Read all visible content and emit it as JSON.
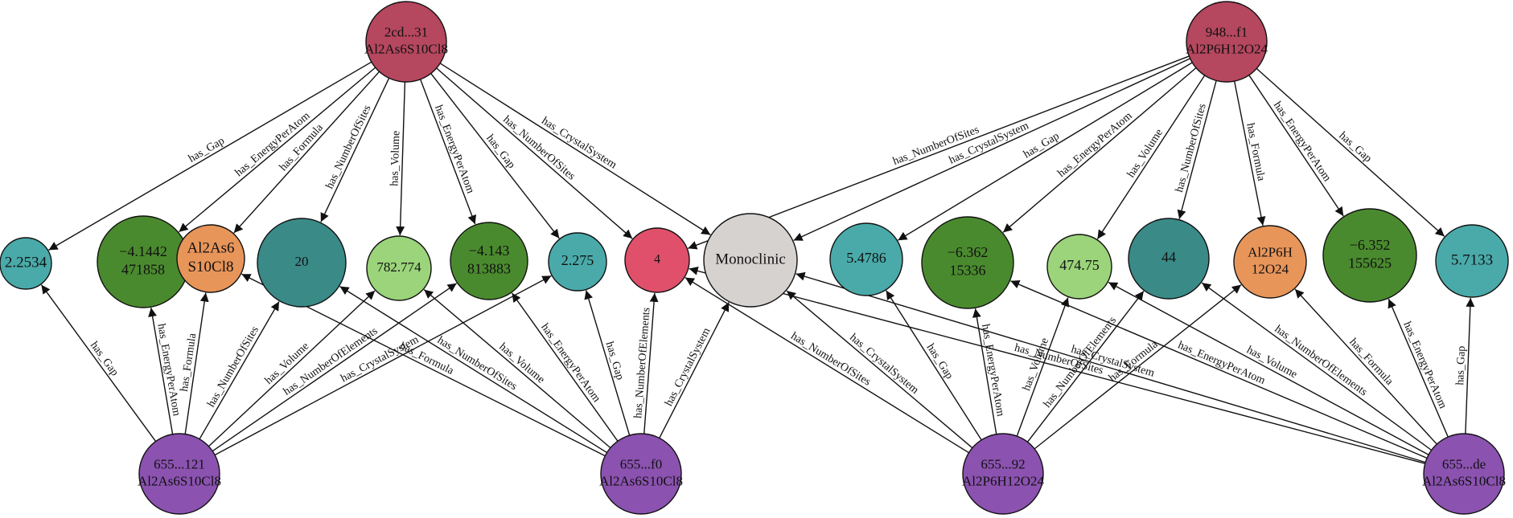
{
  "colors": {
    "entity_top": "#b5475e",
    "entity_bottom": "#8b52b0",
    "gap": "#4aaaaa",
    "energy": "#4a8a2e",
    "formula": "#e8955a",
    "sites": "#3a8a88",
    "volume": "#9bd47a",
    "elements": "#e0506a",
    "crystal": "#d6d2d0"
  },
  "nodes": [
    {
      "id": "t1",
      "kind": "entity_top",
      "lines": [
        "2cd...31",
        "Al2As6S10Cl8"
      ]
    },
    {
      "id": "t2",
      "kind": "entity_top",
      "lines": [
        "948...f1",
        "Al2P6H12O24"
      ]
    },
    {
      "id": "b1",
      "kind": "entity_bottom",
      "lines": [
        "655...121",
        "Al2As6S10Cl8"
      ]
    },
    {
      "id": "b2",
      "kind": "entity_bottom",
      "lines": [
        "655...f0",
        "Al2As6S10Cl8"
      ]
    },
    {
      "id": "b3",
      "kind": "entity_bottom",
      "lines": [
        "655...92",
        "Al2P6H12O24"
      ]
    },
    {
      "id": "b4",
      "kind": "entity_bottom",
      "lines": [
        "655...de",
        "Al2As6S10Cl8"
      ]
    },
    {
      "id": "v1",
      "kind": "gap",
      "lines": [
        "2.2534"
      ]
    },
    {
      "id": "v2",
      "kind": "energy",
      "lines": [
        "−4.1442",
        "471858"
      ]
    },
    {
      "id": "v3",
      "kind": "formula",
      "lines": [
        "Al2As6",
        "S10Cl8"
      ]
    },
    {
      "id": "v4",
      "kind": "sites",
      "lines": [
        "20"
      ]
    },
    {
      "id": "v5",
      "kind": "volume",
      "lines": [
        "782.774"
      ]
    },
    {
      "id": "v6",
      "kind": "energy",
      "lines": [
        "−4.143",
        "813883"
      ]
    },
    {
      "id": "v7",
      "kind": "gap",
      "lines": [
        "2.275"
      ]
    },
    {
      "id": "v8",
      "kind": "elements",
      "lines": [
        "4"
      ]
    },
    {
      "id": "v9",
      "kind": "crystal",
      "lines": [
        "Monoclinic"
      ]
    },
    {
      "id": "v10",
      "kind": "gap",
      "lines": [
        "5.4786"
      ]
    },
    {
      "id": "v11",
      "kind": "energy",
      "lines": [
        "−6.362",
        "15336"
      ]
    },
    {
      "id": "v12",
      "kind": "volume",
      "lines": [
        "474.75"
      ]
    },
    {
      "id": "v13",
      "kind": "sites",
      "lines": [
        "44"
      ]
    },
    {
      "id": "v14",
      "kind": "formula",
      "lines": [
        "Al2P6H",
        "12O24"
      ]
    },
    {
      "id": "v15",
      "kind": "energy",
      "lines": [
        "−6.352",
        "155625"
      ]
    },
    {
      "id": "v16",
      "kind": "gap",
      "lines": [
        "5.7133"
      ]
    }
  ],
  "edges": [
    {
      "from": "t1",
      "to": "v1",
      "label": "has_Gap"
    },
    {
      "from": "t1",
      "to": "v2",
      "label": "has_EnergyPerAtom"
    },
    {
      "from": "t1",
      "to": "v3",
      "label": "has_Formula"
    },
    {
      "from": "t1",
      "to": "v4",
      "label": "has_NumberOfSites"
    },
    {
      "from": "t1",
      "to": "v5",
      "label": "has_Volume"
    },
    {
      "from": "t1",
      "to": "v6",
      "label": "has_EnergyPerAtom"
    },
    {
      "from": "t1",
      "to": "v7",
      "label": "has_Gap"
    },
    {
      "from": "t1",
      "to": "v8",
      "label": "has_NumberOfSites"
    },
    {
      "from": "t1",
      "to": "v9",
      "label": "has_CrystalSystem"
    },
    {
      "from": "t2",
      "to": "v8",
      "label": "has_NumberOfSites"
    },
    {
      "from": "t2",
      "to": "v9",
      "label": "has_CrystalSystem"
    },
    {
      "from": "t2",
      "to": "v10",
      "label": "has_Gap"
    },
    {
      "from": "t2",
      "to": "v11",
      "label": "has_EnergyPerAtom"
    },
    {
      "from": "t2",
      "to": "v12",
      "label": "has_Volume"
    },
    {
      "from": "t2",
      "to": "v13",
      "label": "has_NumberOfSites"
    },
    {
      "from": "t2",
      "to": "v14",
      "label": "has_Formula"
    },
    {
      "from": "t2",
      "to": "v15",
      "label": "has_EnergyPerAtom"
    },
    {
      "from": "t2",
      "to": "v16",
      "label": "has_Gap"
    },
    {
      "from": "b1",
      "to": "v1",
      "label": "has_Gap"
    },
    {
      "from": "b1",
      "to": "v2",
      "label": "has_EnergyPerAtom"
    },
    {
      "from": "b1",
      "to": "v3",
      "label": "has_Formula"
    },
    {
      "from": "b1",
      "to": "v4",
      "label": "has_NumberOfSites"
    },
    {
      "from": "b1",
      "to": "v5",
      "label": "has_Volume"
    },
    {
      "from": "b1",
      "to": "v6",
      "label": "has_NumberOfElements"
    },
    {
      "from": "b1",
      "to": "v7",
      "label": "has_CrystalSystem"
    },
    {
      "from": "b2",
      "to": "v3",
      "label": "has_Formula"
    },
    {
      "from": "b2",
      "to": "v4",
      "label": "has_NumberOfSites"
    },
    {
      "from": "b2",
      "to": "v5",
      "label": "has_Volume"
    },
    {
      "from": "b2",
      "to": "v6",
      "label": "has_EnergyPerAtom"
    },
    {
      "from": "b2",
      "to": "v7",
      "label": "has_Gap"
    },
    {
      "from": "b2",
      "to": "v8",
      "label": "has_NumberOfElements"
    },
    {
      "from": "b2",
      "to": "v9",
      "label": "has_CrystalSystem"
    },
    {
      "from": "b3",
      "to": "v8",
      "label": "has_NumberOfSites"
    },
    {
      "from": "b3",
      "to": "v9",
      "label": "has_CrystalSystem"
    },
    {
      "from": "b3",
      "to": "v10",
      "label": "has_Gap"
    },
    {
      "from": "b3",
      "to": "v11",
      "label": "has_EnergyPerAtom"
    },
    {
      "from": "b3",
      "to": "v12",
      "label": "has_Volume"
    },
    {
      "from": "b3",
      "to": "v13",
      "label": "has_NumberOfElements"
    },
    {
      "from": "b3",
      "to": "v14",
      "label": "has_Formula"
    },
    {
      "from": "b4",
      "to": "v8",
      "label": "has_NumberOfSites"
    },
    {
      "from": "b4",
      "to": "v9",
      "label": "has_CrystalSystem"
    },
    {
      "from": "b4",
      "to": "v11",
      "label": "has_EnergyPerAtom"
    },
    {
      "from": "b4",
      "to": "v12",
      "label": "has_Volume"
    },
    {
      "from": "b4",
      "to": "v13",
      "label": "has_NumberOfElements"
    },
    {
      "from": "b4",
      "to": "v14",
      "label": "has_Formula"
    },
    {
      "from": "b4",
      "to": "v15",
      "label": "has_EnergyPerAtom"
    },
    {
      "from": "b4",
      "to": "v16",
      "label": "has_Gap"
    }
  ]
}
